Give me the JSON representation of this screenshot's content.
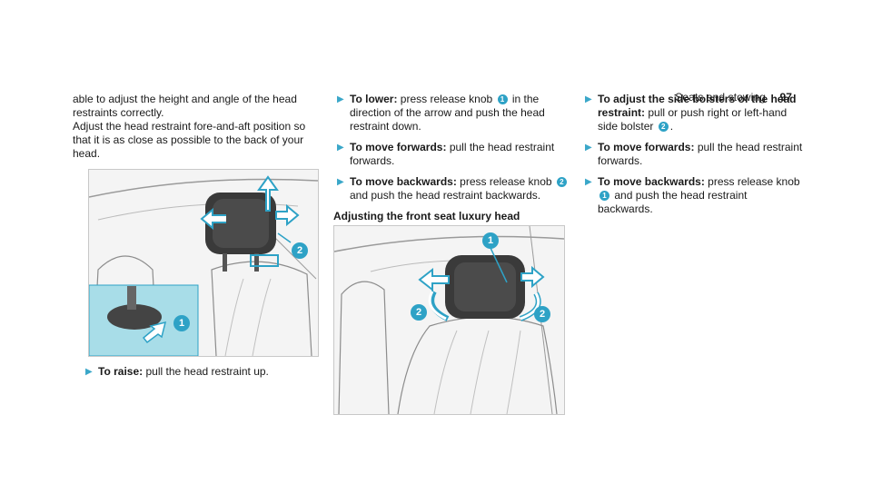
{
  "header": {
    "section": "Seats and stowing",
    "page": "97"
  },
  "col1": {
    "para1": "able to adjust the height and angle of the head restraints correctly.",
    "para2": "Adjust the head restraint fore-and-aft position so that it is as close as possible to the back of your head.",
    "step_raise_label": "To raise:",
    "step_raise_text": "pull the head restraint up."
  },
  "col2": {
    "step1_label": "To lower:",
    "step1_pre": "press release knob",
    "step1_badge": "1",
    "step1_post": "in the direction of the arrow and push the head restraint down.",
    "step2_label": "To move forwards:",
    "step2_text": "pull the head restraint forwards.",
    "step3_label": "To move backwards:",
    "step3_pre": "press release knob",
    "step3_badge": "2",
    "step3_post": "and push the head restraint backwards.",
    "section_title": "Adjusting the front seat luxury head restraints mechanically"
  },
  "col3": {
    "step1_label": "To adjust the side bolsters of the head restraint:",
    "step1_pre": "pull or push right or left-hand side bolster",
    "step1_badge": "2",
    "step1_post": ".",
    "step2_label": "To move forwards:",
    "step2_text": "pull the head restraint forwards.",
    "step3_label": "To move backwards:",
    "step3_pre": "press release knob",
    "step3_badge": "1",
    "step3_post": "and push the head restraint backwards."
  },
  "figures": {
    "fig1_badges": [
      "1",
      "2"
    ],
    "fig2_badges": [
      "1",
      "2",
      "2"
    ]
  },
  "colors": {
    "accent": "#2ea2c6",
    "inset": "#a8dde8"
  }
}
